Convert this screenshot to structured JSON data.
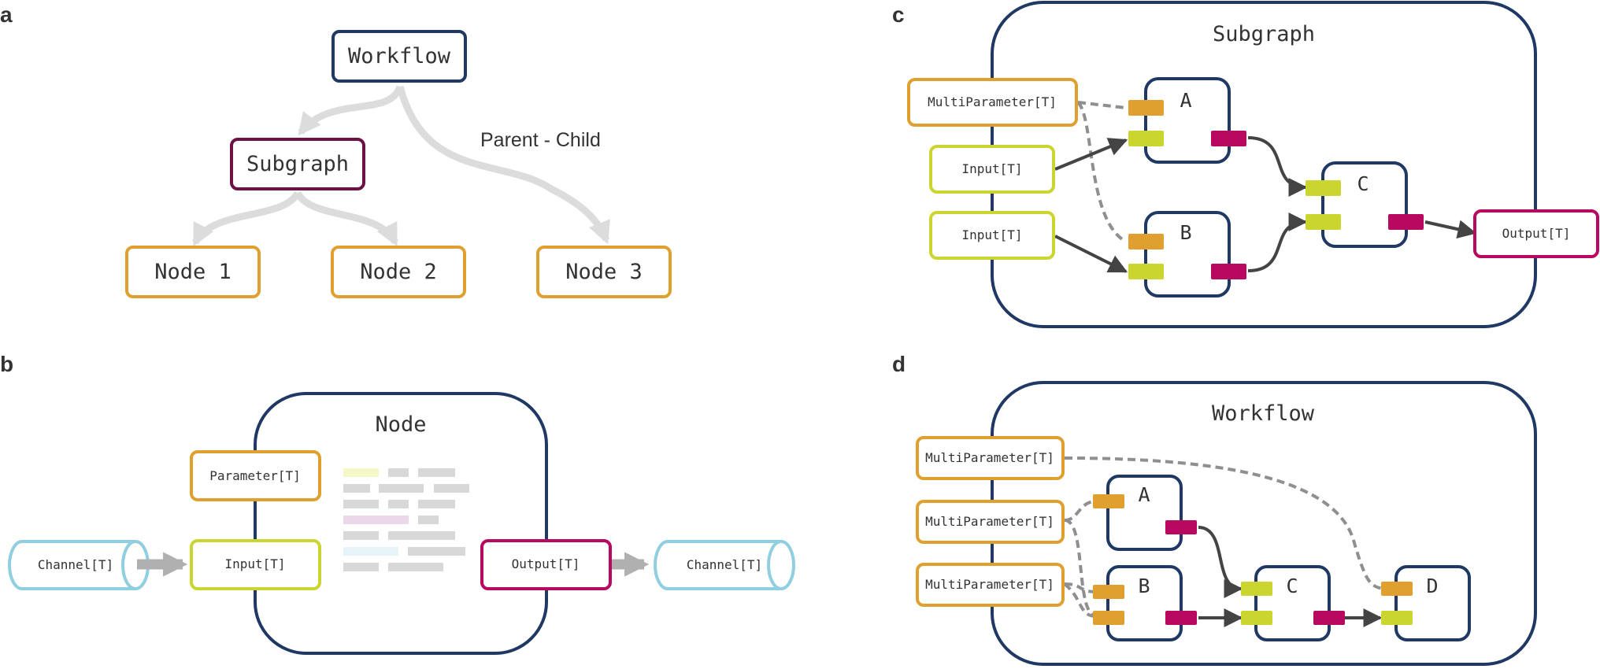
{
  "panels": {
    "a": {
      "letter": "a",
      "nodes": {
        "workflow": "Workflow",
        "subgraph": "Subgraph",
        "node1": "Node 1",
        "node2": "Node 2",
        "node3": "Node 3"
      },
      "edge_label": "Parent - Child"
    },
    "b": {
      "letter": "b",
      "title": "Node",
      "parameter": "Parameter[T]",
      "input": "Input[T]",
      "output": "Output[T]",
      "channel_in": "Channel[T]",
      "channel_out": "Channel[T]"
    },
    "c": {
      "letter": "c",
      "title": "Subgraph",
      "multiparameter": "MultiParameter[T]",
      "input1": "Input[T]",
      "input2": "Input[T]",
      "output": "Output[T]",
      "nodes": {
        "a": "A",
        "b": "B",
        "c": "C"
      }
    },
    "d": {
      "letter": "d",
      "title": "Workflow",
      "multiparameter1": "MultiParameter[T]",
      "multiparameter2": "MultiParameter[T]",
      "multiparameter3": "MultiParameter[T]",
      "nodes": {
        "a": "A",
        "b": "B",
        "c": "C",
        "d": "D"
      }
    }
  },
  "colors": {
    "workflow": "#1f3864",
    "subgraph": "#6b1245",
    "parameter": "#e0a030",
    "input": "#cad62f",
    "output": "#b8085f",
    "channel": "#8fcfe0",
    "edge_gray": "#dcdcdc",
    "dark_edge": "#444444",
    "dashed": "#8f8f8f"
  }
}
